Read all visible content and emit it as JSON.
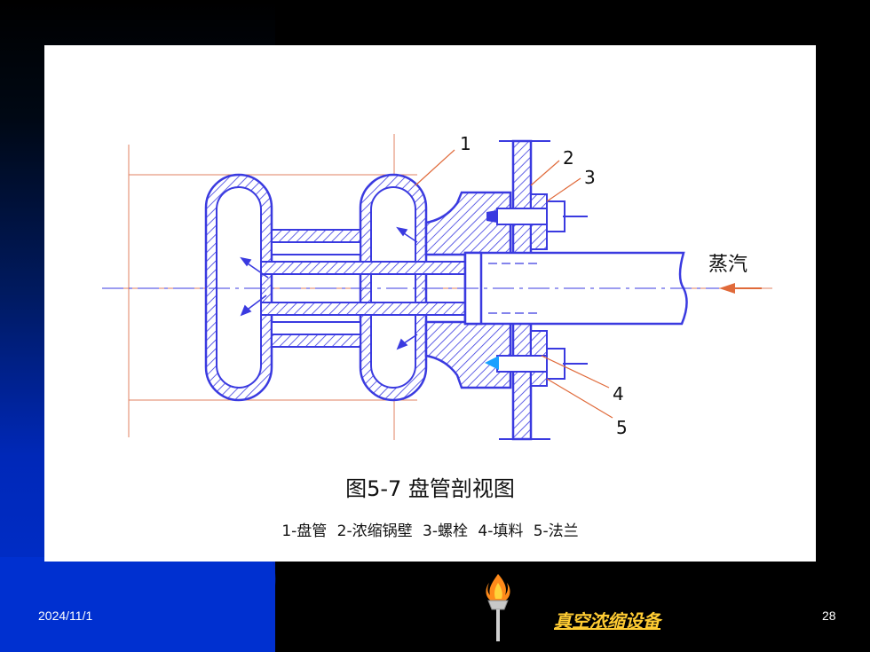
{
  "figure": {
    "caption": "图5-7  盘管剖视图",
    "legend": "1-盘管  2-浓缩锅壁  3-螺栓  4-填料  5-法兰",
    "labels": {
      "n1": "1",
      "n2": "2",
      "n3": "3",
      "n4": "4",
      "n5": "5",
      "steam": "蒸汽"
    }
  },
  "footer": {
    "date": "2024/11/1",
    "title": "真空浓缩设备",
    "page": "28"
  },
  "colors": {
    "drawing": "#3a3ae0",
    "leader": "#e06a3a",
    "footer_title": "#ffcc33"
  }
}
